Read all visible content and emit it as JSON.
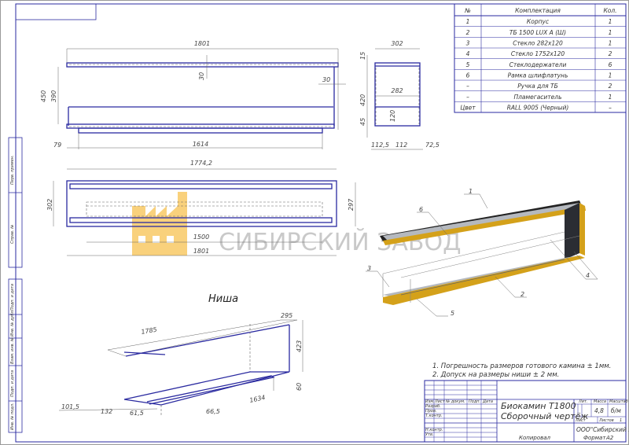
{
  "spec_table": {
    "headers": [
      "№",
      "Комплектация",
      "Кол."
    ],
    "rows": [
      [
        "1",
        "Корпус",
        "1"
      ],
      [
        "2",
        "ТБ 1500 LUX A (Ш)",
        "1"
      ],
      [
        "3",
        "Стекло 282х120",
        "1"
      ],
      [
        "4",
        "Стекло 1752х120",
        "2"
      ],
      [
        "5",
        "Стеклодержатели",
        "6"
      ],
      [
        "6",
        "Рамка шлифлатунь",
        "1"
      ],
      [
        "–",
        "Ручка для ТБ",
        "2"
      ],
      [
        "–",
        "Пламегаситель",
        "1"
      ],
      [
        "Цвет",
        "RALL 9005 (Черный)",
        "–"
      ]
    ]
  },
  "front_view": {
    "dims": [
      "1801",
      "30",
      "30",
      "450",
      "390",
      "79",
      "1614"
    ]
  },
  "side_view": {
    "dims": [
      "302",
      "15",
      "420",
      "282",
      "120",
      "45",
      "112,5",
      "112",
      "72,5"
    ]
  },
  "top_view": {
    "dims": [
      "1774,2",
      "302",
      "297",
      "1500",
      "1801"
    ]
  },
  "niche": {
    "title": "Ниша",
    "dims": [
      "1785",
      "295",
      "423",
      "60",
      "1634",
      "101,5",
      "132",
      "61,5",
      "66,5"
    ]
  },
  "iso_view": {
    "callouts": [
      "1",
      "2",
      "3",
      "4",
      "5",
      "6"
    ]
  },
  "watermark": {
    "text": "СИБИРСКИЙ ЗАВОД",
    "colors": {
      "logo": "#f5b731",
      "text": "#8a8a8a"
    }
  },
  "notes": [
    "1. Погрешность размеров готового камина ± 1мм.",
    "2. Допуск на размеры ниши ± 2 мм."
  ],
  "title_block": {
    "row_labels": [
      "Изм.",
      "Лист",
      "№ докум.",
      "Подп.",
      "Дата"
    ],
    "roles": [
      "Разраб.",
      "Пров.",
      "Т.контр.",
      "Н.контр.",
      "Утв."
    ],
    "title_line1": "Биокамин Т1800",
    "title_line2": "Сборочный чертёж",
    "lit_label": "Лит.",
    "mass_label": "Масса",
    "scale_label": "Масштаб",
    "mass": "4,8",
    "scale": "б/м",
    "sheet_label": "Лист",
    "sheets_label": "Листов",
    "sheets": "1",
    "company": "ООО\"Сибирский завод\"",
    "copied": "Копировал",
    "format_label": "Формат",
    "format": "А2"
  },
  "side_stamp": [
    "Перв. примен.",
    "Справ. №",
    "Подп. и дата",
    "Инв. № дубл.",
    "Взам. инв. №",
    "Подп. и дата",
    "Инв. № подл."
  ]
}
